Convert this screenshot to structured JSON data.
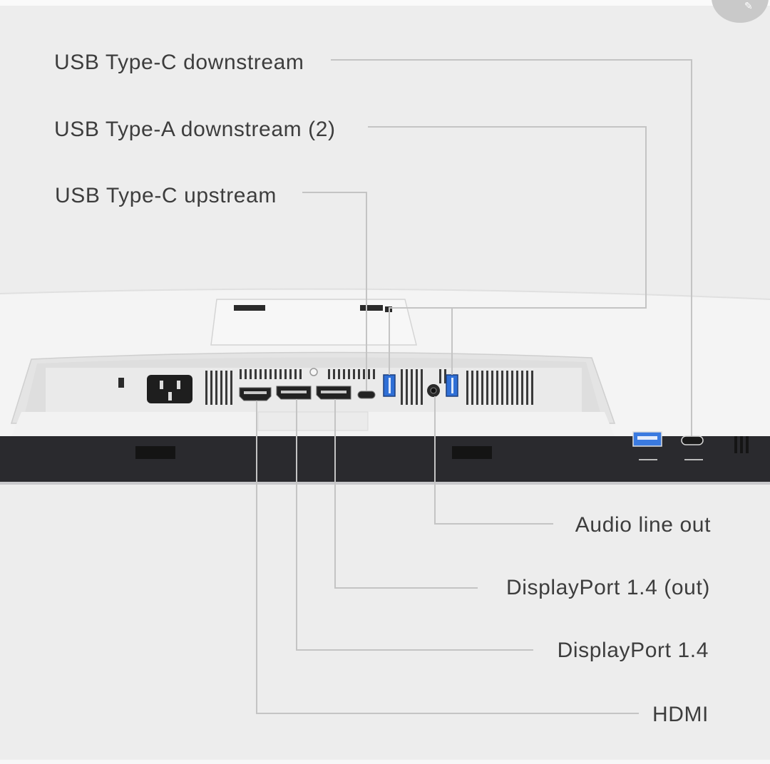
{
  "callouts": {
    "usb_c_downstream": "USB Type-C downstream",
    "usb_a_downstream": "USB Type-A downstream (2)",
    "usb_c_upstream": "USB Type-C upstream",
    "audio_line_out": "Audio line out",
    "displayport_out": "DisplayPort 1.4 (out)",
    "displayport": "DisplayPort 1.4",
    "hdmi": "HDMI"
  },
  "colors": {
    "background": "#ededed",
    "leader_line": "#c4c4c4",
    "label_text": "#3d3d3d",
    "bezel_dark": "#2a2a2e",
    "usb_blue": "#2f6fd6"
  },
  "icons": {
    "corner": "share-icon"
  }
}
